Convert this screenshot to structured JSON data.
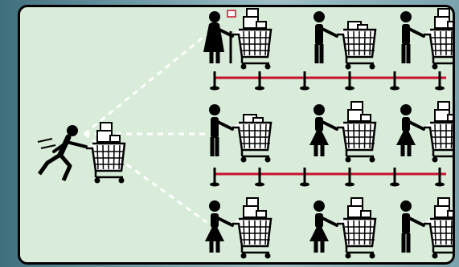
{
  "illustration": {
    "subject": "shopper-choosing-checkout-queue",
    "colors": {
      "panel": "#d8ecd9",
      "figure": "#000000",
      "rope": "#c8102e",
      "dash": "#ffffff",
      "cart": "#ffffff"
    },
    "rows": [
      {
        "shoppers": [
          "elderly-woman-with-cane",
          "man-with-cart",
          "man-with-cart"
        ]
      },
      {
        "shoppers": [
          "man-with-cart",
          "woman-with-cart",
          "woman-with-cart"
        ]
      },
      {
        "shoppers": [
          "woman-with-cart",
          "woman-with-cart",
          "man-with-cart"
        ]
      }
    ],
    "runner": "running-man-with-cart"
  }
}
